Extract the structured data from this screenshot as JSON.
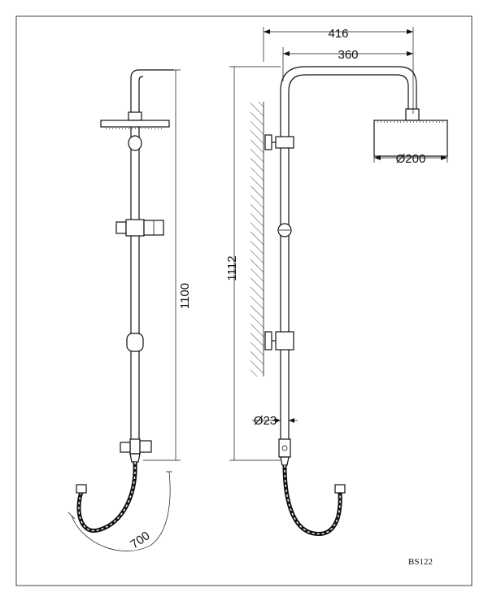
{
  "dimensions": {
    "width_total": "416",
    "arm_reach": "360",
    "head_diameter": "Ø200",
    "height_right": "1112",
    "height_left": "1100",
    "pipe_diameter": "Ø23",
    "hose_length": "700"
  },
  "model_code": "BS122"
}
